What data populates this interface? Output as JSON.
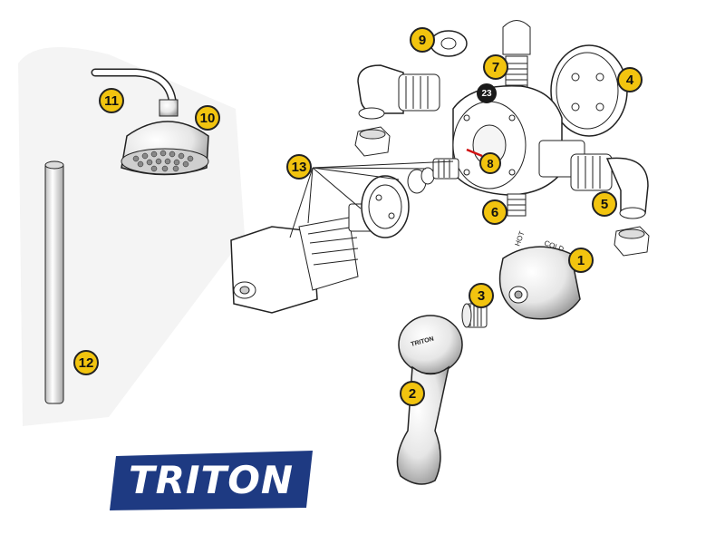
{
  "diagram": {
    "callouts": [
      "1",
      "2",
      "3",
      "4",
      "5",
      "6",
      "7",
      "8",
      "9",
      "10",
      "11",
      "12",
      "13",
      "23"
    ],
    "handle_label": "TRITON",
    "valve_markings": [
      "HOT",
      "COLD"
    ]
  },
  "logo": {
    "text": "TRITON",
    "color": "#1e3a82"
  },
  "colors": {
    "callout_fill": "#f2c40f",
    "callout_marker_dark": "#1a1a1a",
    "line": "#222222"
  }
}
